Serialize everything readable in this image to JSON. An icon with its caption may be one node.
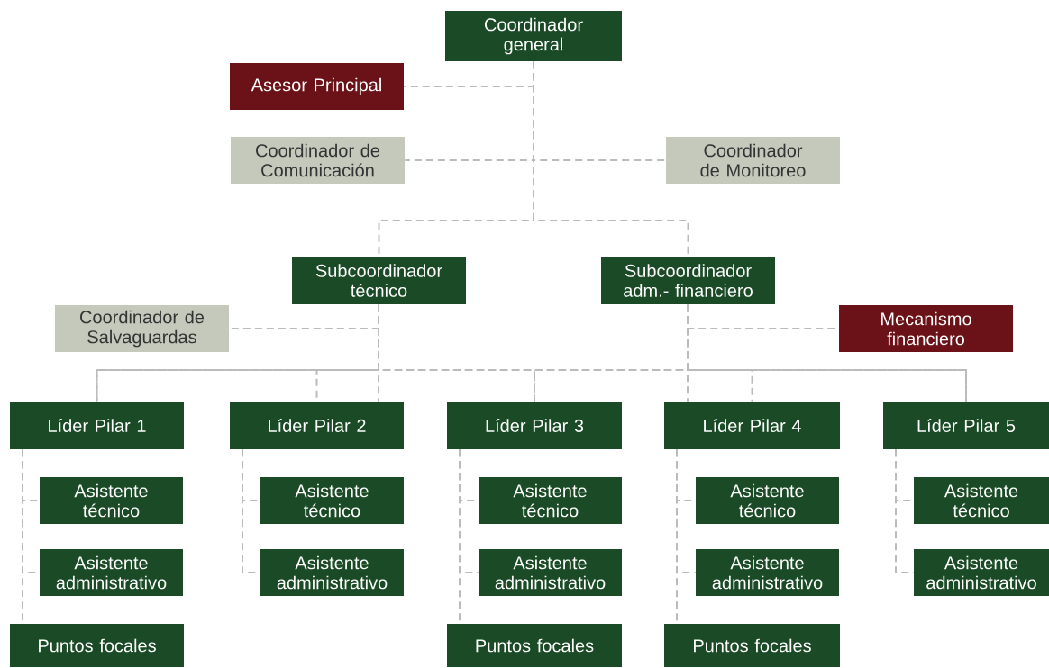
{
  "diagram": {
    "nodes": [
      {
        "text": [
          "Coordinador general"
        ]
      },
      {
        "text": [
          "Asesor Principal"
        ]
      },
      {
        "text": [
          "Coordinador de Comunicación"
        ]
      },
      {
        "text": [
          "Coordinador de Monitoreo"
        ]
      },
      {
        "text": [
          "Subcoordinador técnico"
        ]
      },
      {
        "text": [
          "Subcoordinador adm.- financiero"
        ]
      },
      {
        "text": [
          "Coordinador de Salvaguardas"
        ]
      },
      {
        "text": [
          "Mecanismo financiero"
        ]
      },
      {
        "text": [
          "Líder Pilar 1"
        ]
      },
      {
        "text": [
          "Líder Pilar 2"
        ]
      },
      {
        "text": [
          "Líder Pilar 3"
        ]
      },
      {
        "text": [
          "Líder Pilar 4"
        ]
      },
      {
        "text": [
          "Líder Pilar 5"
        ]
      },
      {
        "text": [
          "Asistente técnico"
        ]
      },
      {
        "text": [
          "Asistente técnico"
        ]
      },
      {
        "text": [
          "Asistente técnico"
        ]
      },
      {
        "text": [
          "Asistente técnico"
        ]
      },
      {
        "text": [
          "Asistente técnico"
        ]
      },
      {
        "text": [
          "Asistente administrativo"
        ]
      },
      {
        "text": [
          "Asistente administrativo"
        ]
      },
      {
        "text": [
          "Asistente administrativo"
        ]
      },
      {
        "text": [
          "Asistente administrativo"
        ]
      },
      {
        "text": [
          "Asistente administrativo"
        ]
      },
      {
        "text": [
          "Puntos focales"
        ]
      },
      {
        "text": [
          "Puntos focales"
        ]
      },
      {
        "text": [
          "Puntos focales"
        ]
      }
    ],
    "edges": [
      {
        "from": 0,
        "to": 1,
        "arrow": "none",
        "style": "dashed"
      },
      {
        "from": 0,
        "to": 2,
        "arrow": "none",
        "style": "dashed"
      },
      {
        "from": 0,
        "to": 3,
        "arrow": "none",
        "style": "dashed"
      },
      {
        "from": 0,
        "to": 4,
        "arrow": "none",
        "style": "dashed"
      },
      {
        "from": 0,
        "to": 5,
        "arrow": "none",
        "style": "dashed"
      },
      {
        "from": 4,
        "to": 6,
        "arrow": "none",
        "style": "dashed"
      },
      {
        "from": 5,
        "to": 7,
        "arrow": "none",
        "style": "dashed"
      },
      {
        "from": 4,
        "to": 8,
        "arrow": "none",
        "style": "dashed"
      },
      {
        "from": 4,
        "to": 9,
        "arrow": "none",
        "style": "dashed"
      },
      {
        "from": 4,
        "to": 10,
        "arrow": "none",
        "style": "dashed"
      },
      {
        "from": 4,
        "to": 11,
        "arrow": "none",
        "style": "dashed"
      },
      {
        "from": 4,
        "to": 12,
        "arrow": "none",
        "style": "dashed"
      },
      {
        "from": 5,
        "to": 8,
        "arrow": "none",
        "style": "dashed"
      },
      {
        "from": 5,
        "to": 9,
        "arrow": "none",
        "style": "dashed"
      },
      {
        "from": 5,
        "to": 10,
        "arrow": "none",
        "style": "dashed"
      },
      {
        "from": 5,
        "to": 11,
        "arrow": "none",
        "style": "dashed"
      },
      {
        "from": 5,
        "to": 12,
        "arrow": "none",
        "style": "dashed"
      },
      {
        "from": 8,
        "to": 13,
        "arrow": "none",
        "style": "dashed"
      },
      {
        "from": 8,
        "to": 18,
        "arrow": "none",
        "style": "dashed"
      },
      {
        "from": 8,
        "to": 23,
        "arrow": "none",
        "style": "dashed"
      },
      {
        "from": 9,
        "to": 14,
        "arrow": "none",
        "style": "dashed"
      },
      {
        "from": 9,
        "to": 19,
        "arrow": "none",
        "style": "dashed"
      },
      {
        "from": 10,
        "to": 15,
        "arrow": "none",
        "style": "dashed"
      },
      {
        "from": 10,
        "to": 20,
        "arrow": "none",
        "style": "dashed"
      },
      {
        "from": 10,
        "to": 24,
        "arrow": "none",
        "style": "dashed"
      },
      {
        "from": 11,
        "to": 16,
        "arrow": "none",
        "style": "dashed"
      },
      {
        "from": 11,
        "to": 21,
        "arrow": "none",
        "style": "dashed"
      },
      {
        "from": 11,
        "to": 25,
        "arrow": "none",
        "style": "dashed"
      },
      {
        "from": 12,
        "to": 17,
        "arrow": "none",
        "style": "dashed"
      },
      {
        "from": 12,
        "to": 22,
        "arrow": "none",
        "style": "dashed"
      }
    ]
  }
}
